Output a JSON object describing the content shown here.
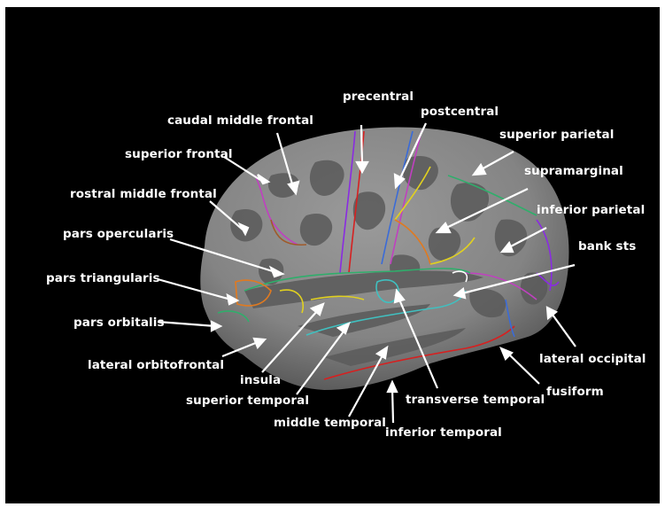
{
  "figure": {
    "background": "#000000",
    "brain_colors": {
      "light": "#8c8c8c",
      "dark": "#5d5d5d"
    },
    "labels": [
      "precentral",
      "postcentral",
      "caudal middle frontal",
      "superior frontal",
      "rostral middle frontal",
      "pars opercularis",
      "pars triangularis",
      "pars orbitalis",
      "lateral orbitofrontal",
      "insula",
      "superior temporal",
      "middle temporal",
      "inferior temporal",
      "transverse temporal",
      "fusiform",
      "lateral occipital",
      "bank sts",
      "inferior parietal",
      "supramarginal",
      "superior parietal"
    ],
    "boundary_colors": [
      "#8a2be2",
      "#d62020",
      "#3a6bd8",
      "#2fae6b",
      "#e0d020",
      "#e07a20",
      "#40c0c0",
      "#c040c0",
      "#a05a2a",
      "#ffffff"
    ]
  }
}
